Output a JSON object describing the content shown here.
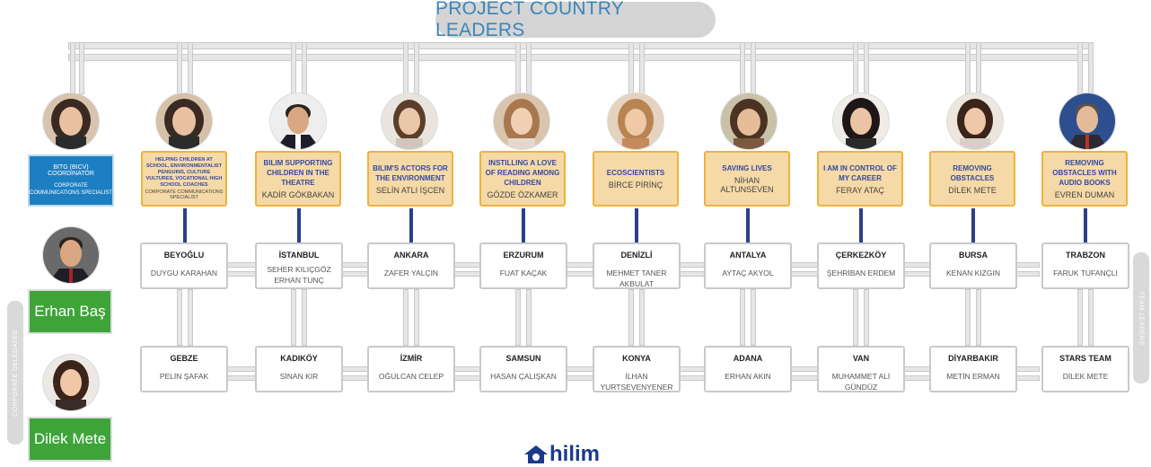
{
  "title": "PROJECT COUNTRY LEADERS",
  "coordinator": {
    "title": "BITG (BICV) COORDINATOR",
    "subtitle": "CORPORATE COMMUNICATIONS SPECIALIST"
  },
  "projects": [
    {
      "title": "HELPING CHILDREN AT SCHOOL, ENVIRONMENTALIST PENGUINS, CULTURE VULTURES, VOCATIONAL HIGH SCHOOL COACHES",
      "name": "CORPORATE COMMUNICATIONS SPECIALIST"
    },
    {
      "title": "BILIM SUPPORTING CHILDREN IN THE THEATRE",
      "name": "KADİR GÖKBAKAN"
    },
    {
      "title": "BILIM'S ACTORS FOR THE ENVIRONMENT",
      "name": "SELİN ATLI İŞCEN"
    },
    {
      "title": "INSTILLING A LOVE OF READING AMONG CHILDREN",
      "name": "GÖZDE ÖZKAMER"
    },
    {
      "title": "ECOSCIENTISTS",
      "name": "BİRCE PİRİNÇ"
    },
    {
      "title": "SAVING LIVES",
      "name": "NİHAN ALTUNSEVEN"
    },
    {
      "title": "I AM IN CONTROL OF MY CAREER",
      "name": "FERAY ATAÇ"
    },
    {
      "title": "REMOVING OBSTACLES",
      "name": "DİLEK METE"
    },
    {
      "title": "REMOVING OBSTACLES WITH AUDIO BOOKS",
      "name": "EVREN DUMAN"
    }
  ],
  "cities_row1": [
    {
      "city": "BEYOĞLU",
      "leader": "DUYGU KARAHAN"
    },
    {
      "city": "İSTANBUL",
      "leader": "SEHER KILIÇGÖZ\nERHAN TUNÇ"
    },
    {
      "city": "ANKARA",
      "leader": "ZAFER YALÇIN"
    },
    {
      "city": "ERZURUM",
      "leader": "FUAT KAÇAK"
    },
    {
      "city": "DENİZLİ",
      "leader": "MEHMET TANER AKBULAT"
    },
    {
      "city": "ANTALYA",
      "leader": "AYTAÇ AKYOL"
    },
    {
      "city": "ÇERKEZKÖY",
      "leader": "ŞEHRİBAN ERDEM"
    },
    {
      "city": "BURSA",
      "leader": "KENAN KIZGIN"
    },
    {
      "city": "TRABZON",
      "leader": "FARUK TUFANÇLI"
    }
  ],
  "cities_row2": [
    {
      "city": "GEBZE",
      "leader": "PELİN ŞAFAK"
    },
    {
      "city": "KADIKÖY",
      "leader": "SİNAN KIR"
    },
    {
      "city": "İZMİR",
      "leader": "OĞULCAN CELEP"
    },
    {
      "city": "SAMSUN",
      "leader": "HASAN ÇALIŞKAN"
    },
    {
      "city": "KONYA",
      "leader": "İLHAN YURTSEVENYENER"
    },
    {
      "city": "ADANA",
      "leader": "ERHAN AKIN"
    },
    {
      "city": "VAN",
      "leader": "MUHAMMET ALİ GÜNDÜZ"
    },
    {
      "city": "DİYARBAKIR",
      "leader": "METİN ERMAN"
    },
    {
      "city": "STARS TEAM",
      "leader": "DİLEK METE"
    }
  ],
  "delegates": [
    "Erhan Baş",
    "Dilek Mete"
  ],
  "side_left": "CORPORATE DELEGATES",
  "side_right": "TEAM LEADERS",
  "logo_text": "hilim",
  "colors": {
    "accent_blue": "#1d7fc2",
    "project_fill": "#f5d9a6",
    "project_border": "#f0b23c",
    "delegate_green": "#3ea43a",
    "connector": "#2c3f8a"
  }
}
